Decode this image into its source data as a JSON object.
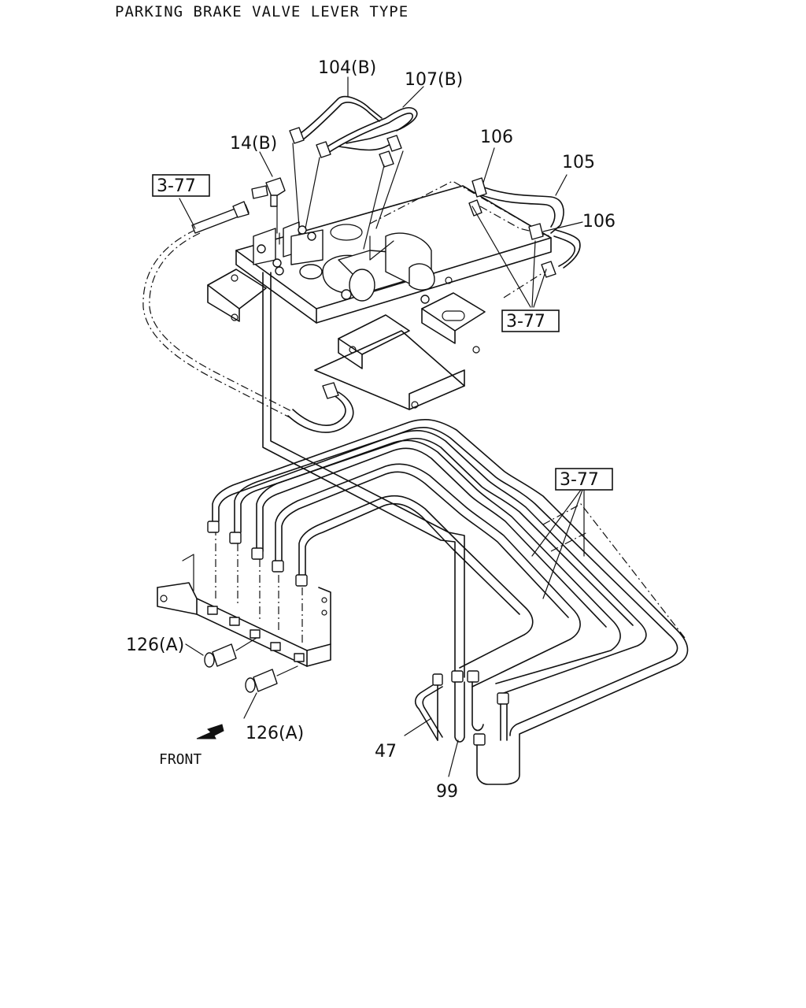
{
  "title": "PARKING BRAKE VALVE LEVER TYPE",
  "orientation": "FRONT",
  "callouts": {
    "p104b": "104(B)",
    "p107b": "107(B)",
    "p14b": "14(B)",
    "p106a": "106",
    "p105": "105",
    "p106b": "106",
    "p126a_1": "126(A)",
    "p126a_2": "126(A)",
    "p47": "47",
    "p99": "99"
  },
  "references": {
    "ref1": "3-77",
    "ref2": "3-77",
    "ref3": "3-77"
  }
}
